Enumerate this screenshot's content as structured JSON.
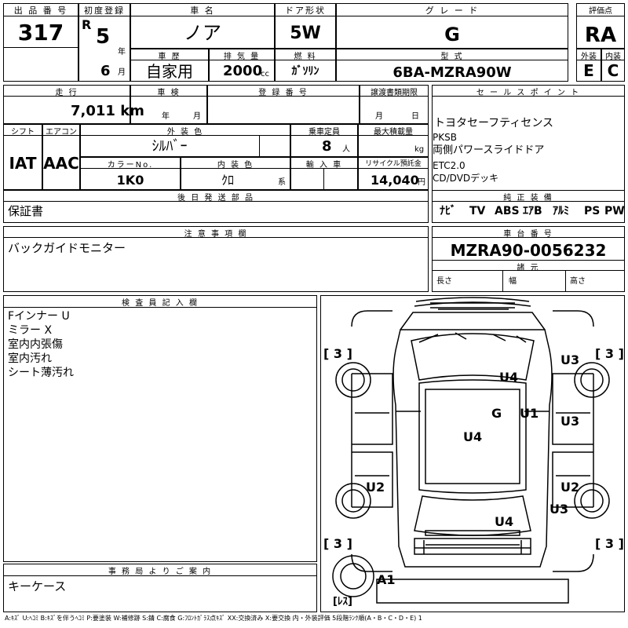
{
  "top": {
    "lot_label": "出 品 番 号",
    "lot_no": "317",
    "first_reg_label": "初度登録",
    "era": "R",
    "year": "5",
    "year_unit": "年",
    "month": "6",
    "month_unit": "月",
    "car_name_label": "車 名",
    "car_name": "ノア",
    "door_label": "ドア形状",
    "door": "5W",
    "grade_label": "グ レ ー ド",
    "grade": "G",
    "score_label": "評価点",
    "score": "RA",
    "history_label": "車 歴",
    "history": "自家用",
    "displacement_label": "排 気 量",
    "displacement": "2000",
    "displacement_unit": "cc",
    "fuel_label": "燃 料",
    "fuel": "ｶﾞｿﾘﾝ",
    "model_label": "型 式",
    "model": "6BA-MZRA90W",
    "exterior_label": "外装",
    "exterior": "E",
    "interior_label": "内装",
    "interior": "C"
  },
  "mid": {
    "mileage_label": "走 行",
    "mileage": "7,011 km",
    "inspection_label": "車 検",
    "insp_year": "年",
    "insp_month": "月",
    "reg_no_label": "登 録 番 号",
    "transfer_label": "譲渡書類期限",
    "transfer_month": "月",
    "transfer_day": "日",
    "shift_label": "シフト",
    "shift": "IAT",
    "ac_label": "エアコン",
    "ac": "AAC",
    "color_label": "外 装 色",
    "color": "ｼﾙﾊﾞｰ",
    "capacity_label": "乗車定員",
    "capacity": "8",
    "capacity_unit": "人",
    "load_label": "最大積載量",
    "load_unit": "kg",
    "color_no_label": "カラーNo.",
    "color_no": "1K0",
    "int_color_label": "内 装 色",
    "int_color": "ｸﾛ",
    "int_color_unit": "系",
    "import_label": "輸 入 車",
    "recycle_label": "リサイクル預託金",
    "recycle": "14,040",
    "recycle_unit": "円",
    "later_label": "後 日 発 送 部 品",
    "later": "保証書"
  },
  "sales": {
    "label": "セ ー ル ス ポ イ ン ト",
    "lines": [
      "トヨタセーフティセンス",
      "PKSB",
      "両側パワースライドドア",
      "ETC2.0",
      "CD/DVDデッキ"
    ]
  },
  "equipment": {
    "label": "純 正 装 備",
    "items": [
      "ﾅﾋﾞ",
      "TV",
      "ABS",
      "ｴｱB",
      "ｱﾙﾐ",
      "PS",
      "PW"
    ]
  },
  "notes": {
    "label": "注 意 事 項 欄",
    "text": "バックガイドモニター"
  },
  "chassis": {
    "label": "車 台 番 号",
    "value": "MZRA90-0056232",
    "dims_label": "諸 元",
    "length": "長さ",
    "width": "幅",
    "height": "高さ"
  },
  "inspector": {
    "label": "検 査 員 記 入 欄",
    "lines": [
      "Fインナー U",
      "ミラー X",
      "室内内張傷",
      "室内汚れ",
      "シート薄汚れ"
    ]
  },
  "office": {
    "label": "事 務 局 よ り ご 案 内",
    "text": "キーケース"
  },
  "diagram": {
    "marks": [
      "[ 3 ]",
      "[ 3 ]",
      "U3",
      "U4",
      "G",
      "U1",
      "U3",
      "U4",
      "U2",
      "U2",
      "U3",
      "U4",
      "[ 3 ]",
      "[ 3 ]",
      "A1",
      "[ﾚｽ]"
    ]
  },
  "legend": "A:ｷｽﾞ U:ﾍｺﾐ B:ｷｽﾞを伴うﾍｺﾐ P:要塗装 W:補修跡 S:錆 C:腐食 G:ﾌﾛﾝﾄｶﾞﾗｽ点ｷｽﾞ XX:交換済み X:要交換 内・外装評価 5段階ﾗﾝｸ順(A・B・C・D・E) 1"
}
